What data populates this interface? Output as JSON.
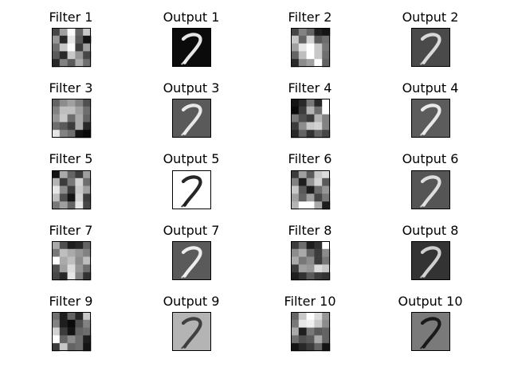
{
  "figure": {
    "background": "#ffffff",
    "panels": [
      {
        "title": "Filter 1",
        "kind": "filter"
      },
      {
        "title": "Output 1",
        "kind": "output",
        "bg": "#0b0b0b",
        "stroke": "#f2f2f2"
      },
      {
        "title": "Filter 2",
        "kind": "filter"
      },
      {
        "title": "Output 2",
        "kind": "output",
        "bg": "#4a4a4a",
        "stroke": "#e0e0e0"
      },
      {
        "title": "Filter 3",
        "kind": "filter"
      },
      {
        "title": "Output 3",
        "kind": "output",
        "bg": "#5a5a5a",
        "stroke": "#f0f0f0"
      },
      {
        "title": "Filter 4",
        "kind": "filter"
      },
      {
        "title": "Output 4",
        "kind": "output",
        "bg": "#5c5c5c",
        "stroke": "#f0f0f0"
      },
      {
        "title": "Filter 5",
        "kind": "filter"
      },
      {
        "title": "Output 5",
        "kind": "output",
        "bg": "#ffffff",
        "stroke": "#1a1a1a"
      },
      {
        "title": "Filter 6",
        "kind": "filter"
      },
      {
        "title": "Output 6",
        "kind": "output",
        "bg": "#555555",
        "stroke": "#e6e6e6"
      },
      {
        "title": "Filter 7",
        "kind": "filter"
      },
      {
        "title": "Output 7",
        "kind": "output",
        "bg": "#5a5a5a",
        "stroke": "#f5f5f5"
      },
      {
        "title": "Filter 8",
        "kind": "filter"
      },
      {
        "title": "Output 8",
        "kind": "output",
        "bg": "#333333",
        "stroke": "#d8d8d8"
      },
      {
        "title": "Filter 9",
        "kind": "filter"
      },
      {
        "title": "Output 9",
        "kind": "output",
        "bg": "#b4b4b4",
        "stroke": "#3a3a3a"
      },
      {
        "title": "Filter 10",
        "kind": "filter"
      },
      {
        "title": "Output 10",
        "kind": "output",
        "bg": "#7a7a7a",
        "stroke": "#151515"
      }
    ]
  },
  "chart_data": {
    "type": "heatmap",
    "colormap": "gray",
    "filters": [
      {
        "name": "Filter 1",
        "values": [
          [
            70,
            160,
            250,
            100,
            200
          ],
          [
            150,
            40,
            230,
            90,
            20
          ],
          [
            110,
            200,
            250,
            60,
            160
          ],
          [
            90,
            40,
            200,
            150,
            70
          ],
          [
            40,
            130,
            90,
            170,
            110
          ]
        ]
      },
      {
        "name": "Filter 2",
        "values": [
          [
            70,
            130,
            100,
            30,
            20
          ],
          [
            200,
            100,
            210,
            90,
            110
          ],
          [
            160,
            230,
            255,
            200,
            120
          ],
          [
            100,
            190,
            255,
            200,
            110
          ],
          [
            40,
            140,
            160,
            255,
            100
          ]
        ]
      },
      {
        "name": "Filter 3",
        "values": [
          [
            100,
            140,
            160,
            130,
            80
          ],
          [
            130,
            190,
            190,
            160,
            110
          ],
          [
            150,
            200,
            110,
            170,
            100
          ],
          [
            110,
            90,
            60,
            170,
            40
          ],
          [
            230,
            130,
            110,
            20,
            10
          ]
        ]
      },
      {
        "name": "Filter 4",
        "values": [
          [
            20,
            40,
            120,
            40,
            255
          ],
          [
            10,
            60,
            180,
            110,
            255
          ],
          [
            120,
            80,
            60,
            180,
            130
          ],
          [
            60,
            140,
            200,
            210,
            130
          ],
          [
            40,
            100,
            50,
            100,
            70
          ]
        ]
      },
      {
        "name": "Filter 5",
        "values": [
          [
            20,
            170,
            100,
            60,
            160
          ],
          [
            180,
            60,
            120,
            210,
            110
          ],
          [
            230,
            140,
            60,
            200,
            160
          ],
          [
            190,
            80,
            20,
            210,
            60
          ],
          [
            120,
            160,
            100,
            230,
            70
          ]
        ]
      },
      {
        "name": "Filter 6",
        "values": [
          [
            60,
            160,
            90,
            200,
            220
          ],
          [
            130,
            30,
            150,
            210,
            90
          ],
          [
            200,
            90,
            30,
            110,
            150
          ],
          [
            160,
            100,
            160,
            70,
            120
          ],
          [
            180,
            255,
            255,
            170,
            30
          ]
        ]
      },
      {
        "name": "Filter 7",
        "values": [
          [
            170,
            80,
            30,
            40,
            100
          ],
          [
            120,
            190,
            170,
            150,
            130
          ],
          [
            255,
            170,
            190,
            140,
            190
          ],
          [
            80,
            160,
            220,
            150,
            110
          ],
          [
            70,
            40,
            230,
            130,
            50
          ]
        ]
      },
      {
        "name": "Filter 8",
        "values": [
          [
            60,
            110,
            30,
            50,
            255
          ],
          [
            140,
            170,
            100,
            60,
            140
          ],
          [
            170,
            120,
            140,
            60,
            120
          ],
          [
            60,
            160,
            150,
            220,
            200
          ],
          [
            30,
            50,
            90,
            60,
            50
          ]
        ]
      },
      {
        "name": "Filter 9",
        "values": [
          [
            110,
            30,
            100,
            40,
            200
          ],
          [
            130,
            30,
            10,
            80,
            130
          ],
          [
            210,
            60,
            20,
            100,
            110
          ],
          [
            255,
            100,
            140,
            110,
            30
          ],
          [
            60,
            200,
            100,
            110,
            20
          ]
        ]
      },
      {
        "name": "Filter 10",
        "values": [
          [
            100,
            200,
            255,
            220,
            150
          ],
          [
            120,
            230,
            240,
            200,
            140
          ],
          [
            170,
            30,
            120,
            90,
            100
          ],
          [
            110,
            80,
            90,
            170,
            100
          ],
          [
            20,
            40,
            60,
            100,
            20
          ]
        ]
      }
    ]
  }
}
